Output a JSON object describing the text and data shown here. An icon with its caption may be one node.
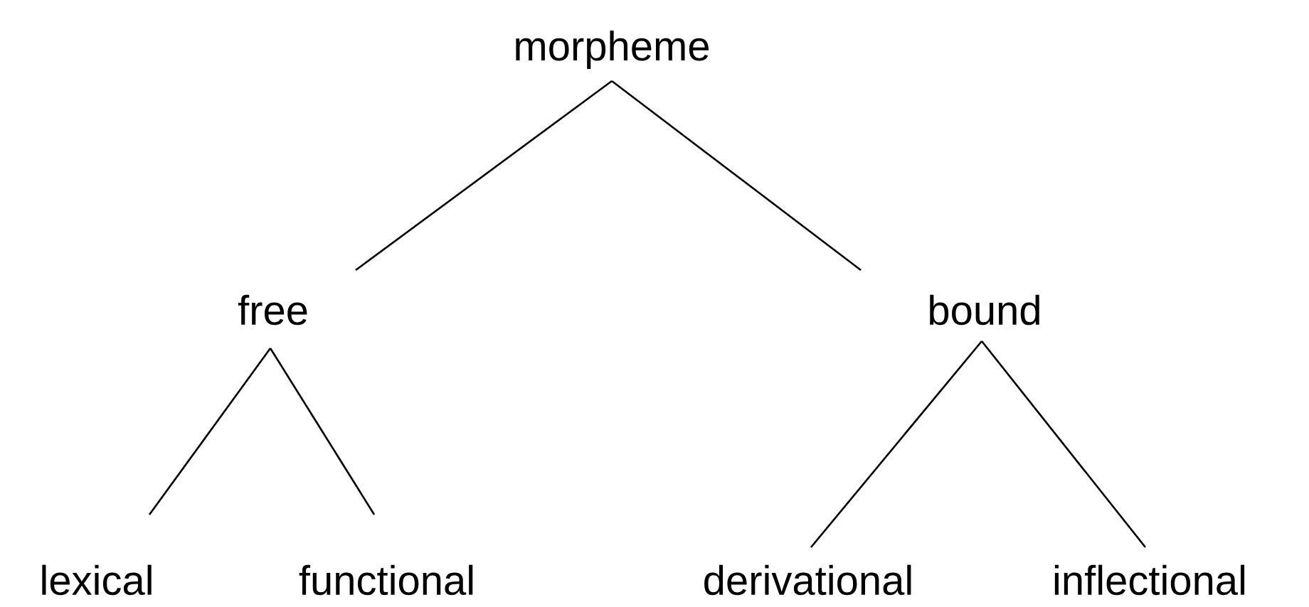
{
  "diagram": {
    "nodes": [
      {
        "text": [
          "morpheme"
        ]
      },
      {
        "text": [
          "free"
        ]
      },
      {
        "text": [
          "bound"
        ]
      },
      {
        "text": [
          "lexical"
        ]
      },
      {
        "text": [
          "functional"
        ]
      },
      {
        "text": [
          "derivational"
        ]
      },
      {
        "text": [
          "inflectional"
        ]
      }
    ],
    "edges": [
      {
        "from": 0,
        "to": 1,
        "arrow": "none"
      },
      {
        "from": 0,
        "to": 2,
        "arrow": "none"
      },
      {
        "from": 1,
        "to": 3,
        "arrow": "none"
      },
      {
        "from": 1,
        "to": 4,
        "arrow": "none"
      },
      {
        "from": 2,
        "to": 5,
        "arrow": "none"
      },
      {
        "from": 2,
        "to": 6,
        "arrow": "none"
      }
    ]
  }
}
